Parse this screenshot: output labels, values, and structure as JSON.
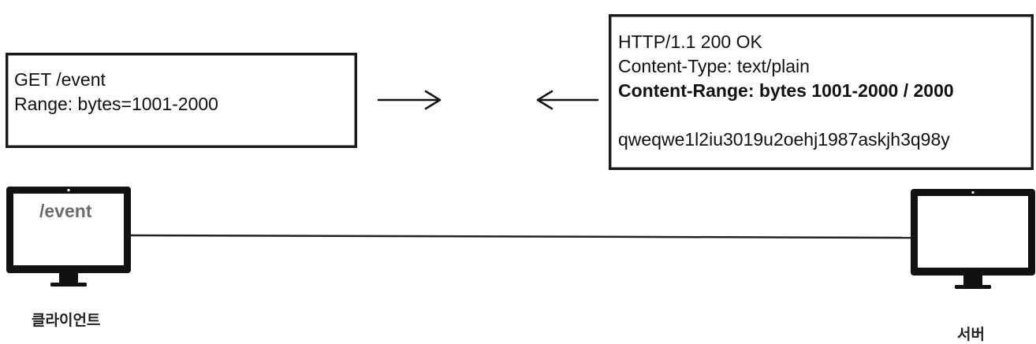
{
  "request": {
    "lines": [
      "GET /event",
      "Range: bytes=1001-2000"
    ]
  },
  "response": {
    "lines": [
      "HTTP/1.1 200 OK",
      "Content-Type: text/plain",
      "Content-Range: bytes 1001-2000 / 2000",
      "",
      "qweqwe1l2iu3019u2oehj1987askjh3q98y"
    ]
  },
  "client": {
    "screen_text": "/event",
    "label": "클라이언트"
  },
  "server": {
    "label": "서버"
  }
}
